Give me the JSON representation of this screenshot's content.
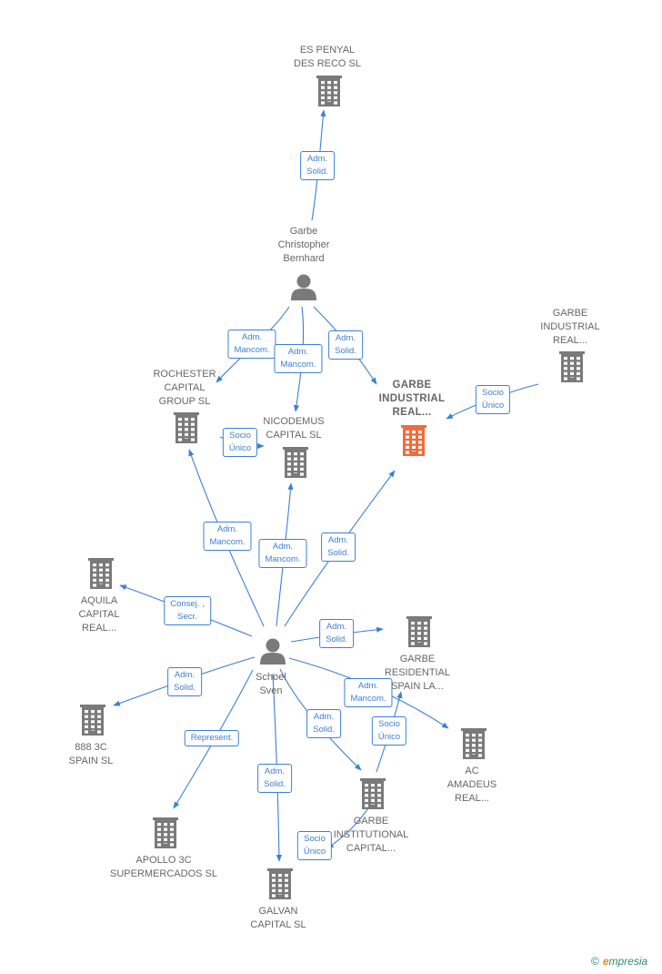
{
  "colors": {
    "edge": "#3d7fd6",
    "building": "#7a7a7a",
    "focus_building": "#f26b3a",
    "person": "#7a7a7a"
  },
  "nodes": [
    {
      "id": "es_penyal",
      "type": "company",
      "label": "ES PENYAL\nDES RECO  SL"
    },
    {
      "id": "garbe_christopher",
      "type": "person",
      "label": "Garbe\nChristopher\nBernhard"
    },
    {
      "id": "garbe_industrial_top",
      "type": "company",
      "label": "GARBE\nINDUSTRIAL\nREAL..."
    },
    {
      "id": "rochester",
      "type": "company",
      "label": "ROCHESTER\nCAPITAL\nGROUP  SL"
    },
    {
      "id": "garbe_industrial_focus",
      "type": "company",
      "focus": true,
      "label": "GARBE\nINDUSTRIAL\nREAL..."
    },
    {
      "id": "nicodemus",
      "type": "company",
      "label": "NICODEMUS\nCAPITAL  SL"
    },
    {
      "id": "aquila",
      "type": "company",
      "label": "AQUILA\nCAPITAL\nREAL..."
    },
    {
      "id": "garbe_residential",
      "type": "company",
      "label": "GARBE\nRESIDENTIAL\nSPAIN LA..."
    },
    {
      "id": "schoel",
      "type": "person",
      "label": "Schoel\nSven"
    },
    {
      "id": "888_3c",
      "type": "company",
      "label": "888 3C\nSPAIN SL"
    },
    {
      "id": "ac_amadeus",
      "type": "company",
      "label": "AC\nAMADEUS\nREAL..."
    },
    {
      "id": "garbe_institutional",
      "type": "company",
      "label": "GARBE\nINSTITUTIONAL\nCAPITAL..."
    },
    {
      "id": "apollo",
      "type": "company",
      "label": "APOLLO 3C\nSUPERMERCADOS SL"
    },
    {
      "id": "galvan",
      "type": "company",
      "label": "GALVAN\nCAPITAL  SL"
    }
  ],
  "edges": [
    {
      "label": "Adm.\nSolid.",
      "from": "garbe_christopher",
      "to": "es_penyal"
    },
    {
      "label": "Adm.\nMancom.",
      "from": "garbe_christopher",
      "to": "rochester"
    },
    {
      "label": "Adm.\nMancom.",
      "from": "garbe_christopher",
      "to": "nicodemus"
    },
    {
      "label": "Adm.\nSolid.",
      "from": "garbe_christopher",
      "to": "garbe_industrial_focus"
    },
    {
      "label": "Socio\nÚnico",
      "from": "garbe_industrial_top",
      "to": "garbe_industrial_focus"
    },
    {
      "label": "Socio\nÚnico",
      "from": "rochester",
      "to": "nicodemus"
    },
    {
      "label": "Adm.\nMancom.",
      "from": "schoel",
      "to": "rochester"
    },
    {
      "label": "Adm.\nMancom.",
      "from": "schoel",
      "to": "nicodemus"
    },
    {
      "label": "Adm.\nSolid.",
      "from": "schoel",
      "to": "garbe_industrial_focus"
    },
    {
      "label": "Consej. ,\nSecr.",
      "from": "schoel",
      "to": "aquila"
    },
    {
      "label": "Adm.\nSolid.",
      "from": "schoel",
      "to": "garbe_residential"
    },
    {
      "label": "Adm.\nSolid.",
      "from": "schoel",
      "to": "888_3c"
    },
    {
      "label": "Adm.\nMancom.",
      "from": "schoel",
      "to": "ac_amadeus"
    },
    {
      "label": "Adm.\nSolid.",
      "from": "schoel",
      "to": "garbe_institutional"
    },
    {
      "label": "Socio\nÚnico",
      "from": "garbe_institutional",
      "to": "garbe_residential"
    },
    {
      "label": "Represent.",
      "from": "schoel",
      "to": "apollo"
    },
    {
      "label": "Adm.\nSolid.",
      "from": "schoel",
      "to": "galvan"
    },
    {
      "label": "Socio\nÚnico",
      "from": "garbe_institutional",
      "to": "galvan"
    }
  ],
  "footer": {
    "copyright_symbol": "©",
    "brand_initial": "e",
    "brand_rest": "mpresia"
  }
}
